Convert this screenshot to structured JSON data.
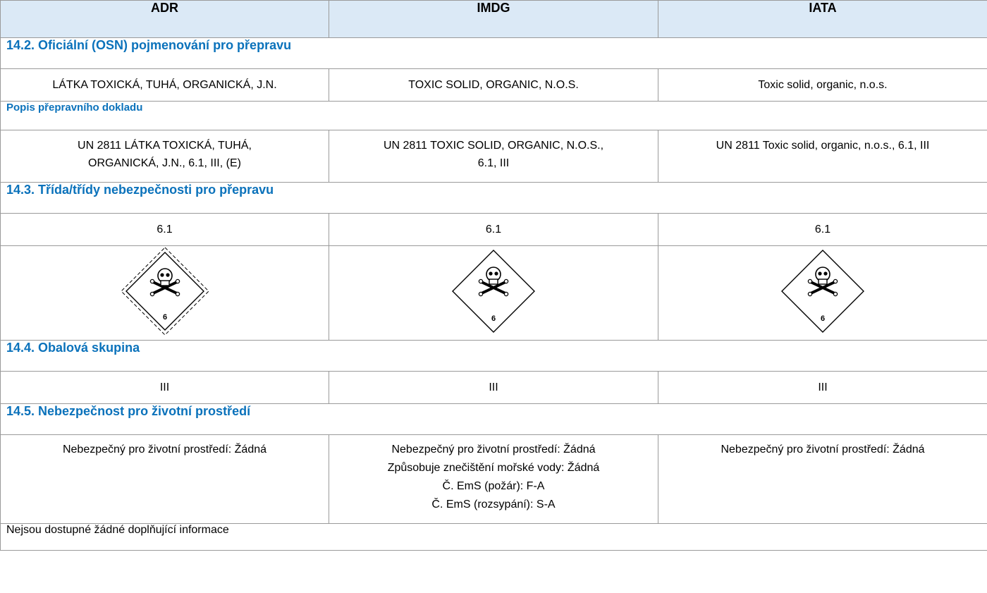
{
  "columns": [
    "ADR",
    "IMDG",
    "IATA"
  ],
  "sections": {
    "s142": {
      "title": "14.2. Oficiální (OSN) pojmenování pro přepravu",
      "values": [
        "LÁTKA TOXICKÁ, TUHÁ, ORGANICKÁ, J.N.",
        "TOXIC SOLID, ORGANIC, N.O.S.",
        "Toxic solid, organic, n.o.s."
      ]
    },
    "doc": {
      "title": "Popis přepravního dokladu",
      "adr": [
        "UN 2811 LÁTKA TOXICKÁ, TUHÁ,",
        "ORGANICKÁ, J.N., 6.1, III, (E)"
      ],
      "imdg": [
        "UN 2811 TOXIC SOLID, ORGANIC, N.O.S.,",
        "6.1, III"
      ],
      "iata": [
        "UN 2811 Toxic solid, organic, n.o.s., 6.1, III"
      ]
    },
    "s143": {
      "title": "14.3. Třída/třídy nebezpečnosti pro přepravu",
      "values": [
        "6.1",
        "6.1",
        "6.1"
      ],
      "placards": [
        {
          "icon": "toxic-diamond-icon-dashed-border",
          "number": "6"
        },
        {
          "icon": "toxic-diamond-icon",
          "number": "6"
        },
        {
          "icon": "toxic-diamond-icon",
          "number": "6"
        }
      ]
    },
    "s144": {
      "title": "14.4. Obalová skupina",
      "values": [
        "III",
        "III",
        "III"
      ]
    },
    "s145": {
      "title": "14.5. Nebezpečnost pro životní prostředí",
      "adr": [
        "Nebezpečný pro životní prostředí: Žádná"
      ],
      "imdg": [
        "Nebezpečný pro životní prostředí: Žádná",
        "Způsobuje znečištění mořské vody: Žádná",
        "Č. EmS (požár): F-A",
        "Č. EmS (rozsypání): S-A"
      ],
      "iata": [
        "Nebezpečný pro životní prostředí: Žádná"
      ]
    }
  },
  "footer": "Nejsou dostupné žádné doplňující informace",
  "colors": {
    "accent": "#0b72bb",
    "header_bg": "#dbe9f6",
    "border": "#9a9a9a"
  }
}
